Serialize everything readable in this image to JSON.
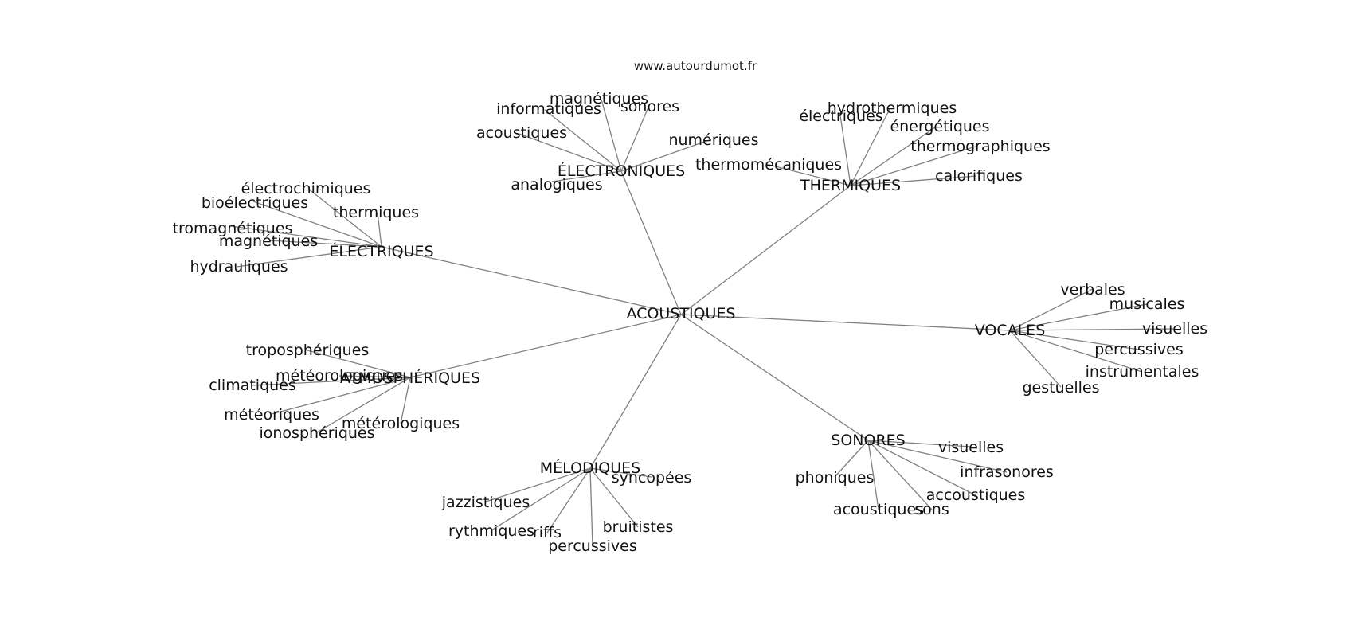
{
  "source": "www.autourdumot.fr",
  "center": "ACOUSTIQUES",
  "hubs": [
    {
      "id": "electroniques",
      "label": "ÉLECTRONIQUES",
      "leaves": [
        "magnétiques",
        "sonores",
        "informatiques",
        "acoustiques",
        "numériques",
        "analogiques"
      ]
    },
    {
      "id": "thermiques",
      "label": "THERMIQUES",
      "leaves": [
        "hydrothermiques",
        "électriques",
        "énergétiques",
        "thermographiques",
        "thermomécaniques",
        "calorifiques"
      ]
    },
    {
      "id": "electriques",
      "label": "ÉLECTRIQUES",
      "leaves": [
        "électrochimiques",
        "bioélectriques",
        "thermiques",
        "tromagnétiques",
        "magnétiques",
        "hydrauliques"
      ]
    },
    {
      "id": "vocales",
      "label": "VOCALES",
      "leaves": [
        "verbales",
        "musicales",
        "visuelles",
        "percussives",
        "instrumentales",
        "gestuelles"
      ]
    },
    {
      "id": "atmospheriques",
      "label": "ATMOSPHÉRIQUES",
      "leaves": [
        "troposphériques",
        "météorologiques",
        "climatiques",
        "météoriques",
        "ionosphériques",
        "métérologiques"
      ]
    },
    {
      "id": "sonores",
      "label": "SONORES",
      "leaves": [
        "visuelles",
        "infrasonores",
        "phoniques",
        "accoustiques",
        "acoustiques",
        "sons"
      ]
    },
    {
      "id": "melodiques",
      "label": "MÉLODIQUES",
      "leaves": [
        "syncopées",
        "jazzistiques",
        "rythmiques",
        "riffs",
        "bruitistes",
        "percussives"
      ]
    }
  ]
}
